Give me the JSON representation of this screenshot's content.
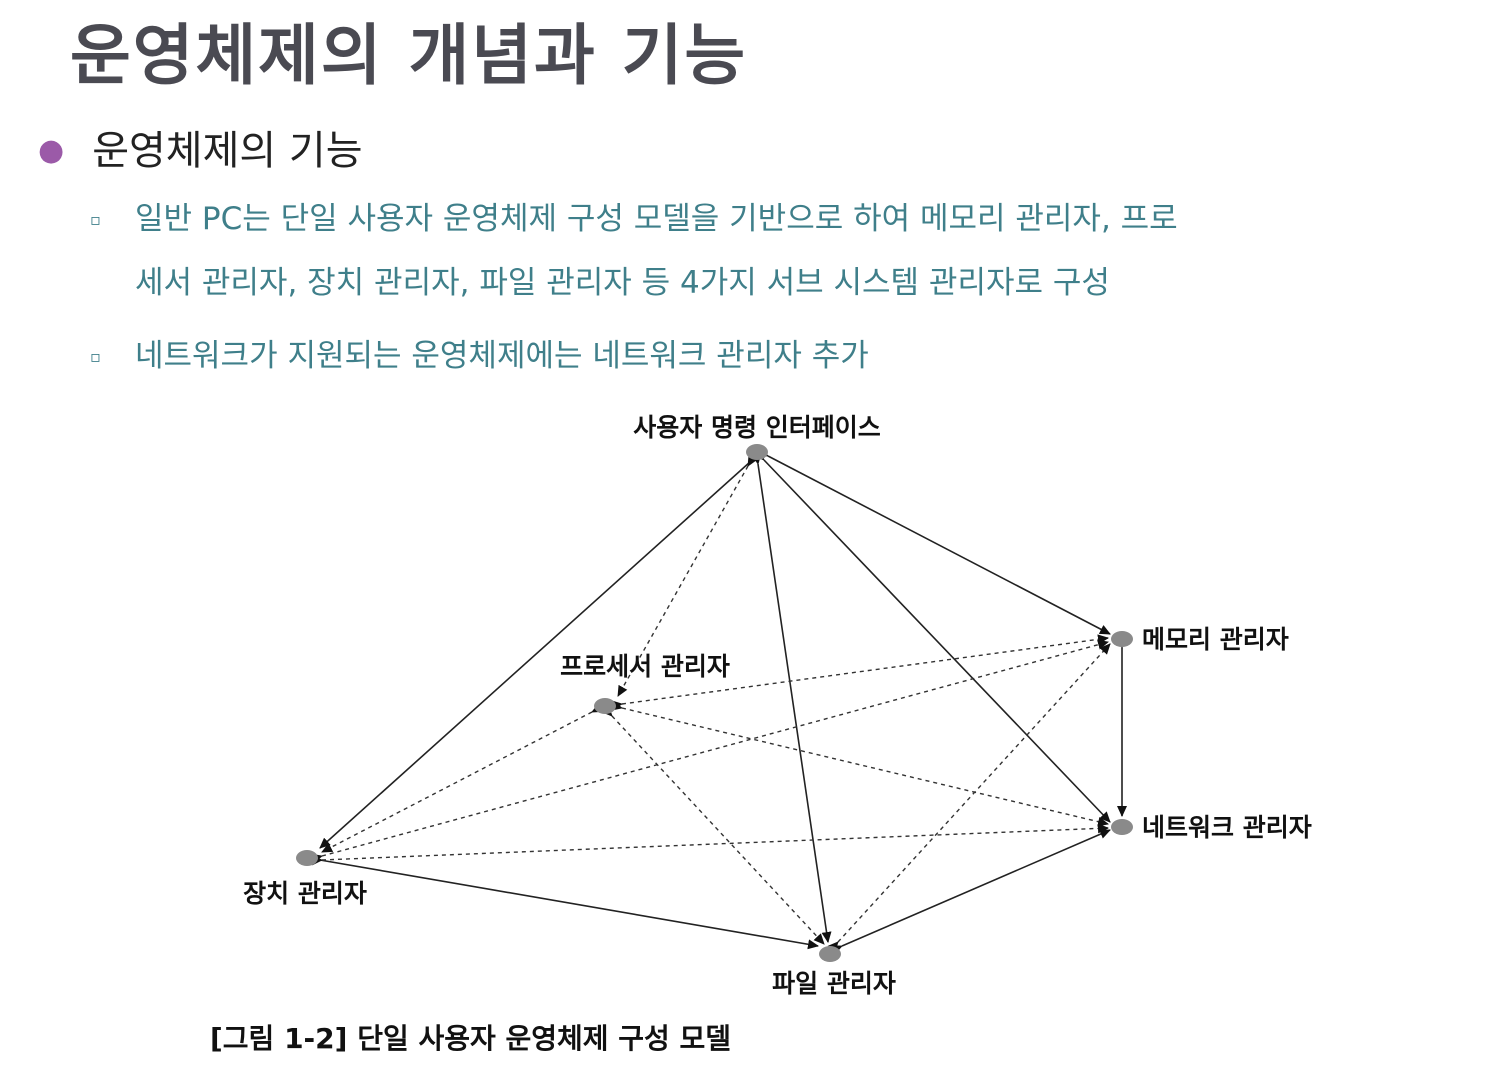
{
  "title": "운영체제의 개념과 기능",
  "bullet": "운영체제의 기능",
  "sub1_line1": "일반 PC는 단일 사용자 운영체제 구성 모델을 기반으로 하여 메모리 관리자, 프로",
  "sub1_line2": "세서 관리자, 장치 관리자, 파일 관리자 등 4가지 서브 시스템 관리자로 구성",
  "sub2": "네트워크가 지원되는 운영체제에는 네트워크 관리자 추가",
  "diagram": {
    "nodes": {
      "ui": "사용자 명령 인터페이스",
      "memory": "메모리 관리자",
      "process": "프로세서 관리자",
      "network": "네트워크 관리자",
      "device": "장치 관리자",
      "file": "파일 관리자"
    },
    "caption": "[그림 1-2] 단일 사용자 운영체제 구성 모델"
  }
}
